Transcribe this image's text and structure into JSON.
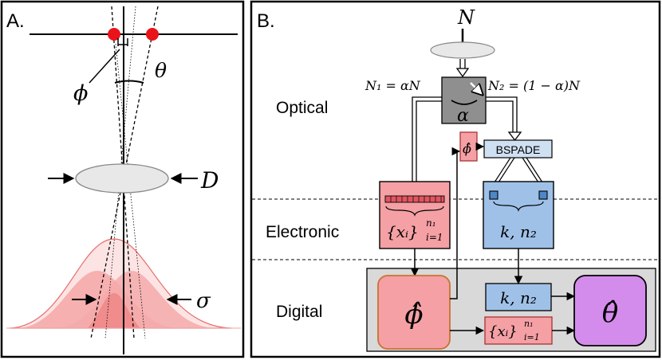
{
  "panelA": {
    "label": "A.",
    "symbols": {
      "phi": "ϕ",
      "theta": "θ",
      "D": "D",
      "sigma": "σ"
    }
  },
  "panelB": {
    "label": "B.",
    "top_symbol": "N",
    "N1_eq": "N₁ = αN",
    "N2_eq": "N₂ = (1 − α)N",
    "splitter_symbol": "α",
    "bspade_label": "BSPADE",
    "phi_hat_small": "ϕ̂",
    "layers": {
      "optical": "Optical",
      "electronic": "Electronic",
      "digital": "Digital"
    },
    "pink_box_text": "{xᵢ}",
    "pink_box_sup": "n₁",
    "pink_box_sub": "i=1",
    "blue_box_text": "k, n₂",
    "phi_hat_large": "ϕ̂",
    "digital_k_n2": "k, n₂",
    "digital_x_text": "{xᵢ}",
    "digital_x_sup": "n₁",
    "digital_x_sub": "i=1",
    "theta_hat": "θ̂"
  },
  "colors": {
    "red_dot": "#e8141a",
    "pink_light": "#f9c8c8",
    "pink_mid": "#f29b9b",
    "pink_box": "#f4a0a4",
    "blue_box": "#9fc1e8",
    "blue_light": "#cfe0f3",
    "splitter_gray": "#8f8f8f",
    "digital_bg": "#d9d9d9",
    "purple": "#d48cec",
    "orange_edge": "#c9722f"
  }
}
